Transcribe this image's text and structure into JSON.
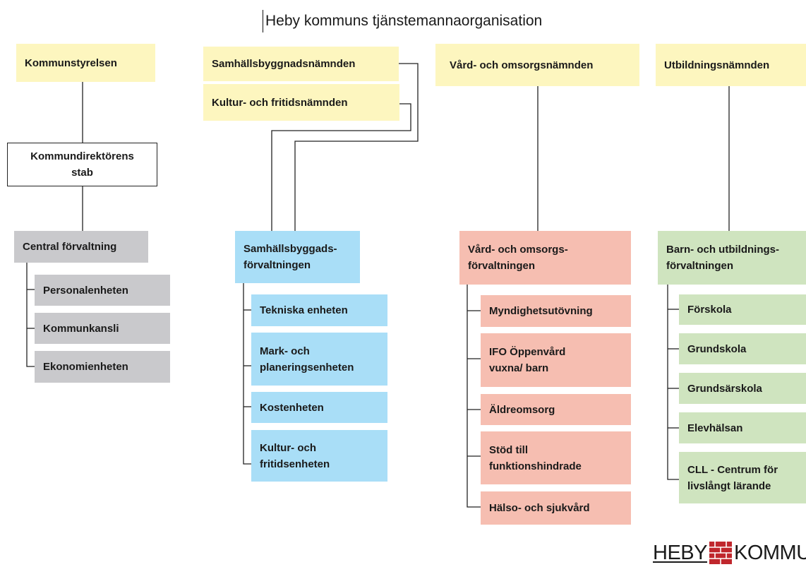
{
  "title": "Heby kommuns tjänstemannaorganisation",
  "boards": {
    "kommunstyrelsen": "Kommunstyrelsen",
    "samhallsbyggnadsnamnden": "Samhällsbyggnadsnämnden",
    "kulturnamnden": "Kultur- och fritidsnämnden",
    "vardnamnden": "Vård- och omsorgsnämnden",
    "utbildningsnamnden": "Utbildningsnämnden"
  },
  "staff": {
    "line1": "Kommundirektörens",
    "line2": "stab"
  },
  "central": {
    "title": "Central förvaltning",
    "units": [
      "Personalenheten",
      "Kommunkansli",
      "Ekonomienheten"
    ]
  },
  "samhallsbyggnad": {
    "title_line1": "Samhällsbyggads-",
    "title_line2": "förvaltningen",
    "units": [
      {
        "line1": "Tekniska enheten",
        "line2": ""
      },
      {
        "line1": "Mark- och",
        "line2": "planeringsenheten"
      },
      {
        "line1": "Kostenheten",
        "line2": ""
      },
      {
        "line1": "Kultur- och",
        "line2": "fritidsenheten"
      }
    ]
  },
  "vard": {
    "title_line1": "Vård- och omsorgs-",
    "title_line2": "förvaltningen",
    "units": [
      {
        "line1": "Myndighetsutövning",
        "line2": ""
      },
      {
        "line1": "IFO Öppenvård",
        "line2": "vuxna/ barn"
      },
      {
        "line1": "Äldreomsorg",
        "line2": ""
      },
      {
        "line1": "Stöd till",
        "line2": "funktionshindrade"
      },
      {
        "line1": "Hälso- och sjukvård",
        "line2": ""
      }
    ]
  },
  "utbildning": {
    "title_line1": "Barn- och utbildnings-",
    "title_line2": "förvaltningen",
    "units": [
      {
        "line1": "Förskola",
        "line2": ""
      },
      {
        "line1": "Grundskola",
        "line2": ""
      },
      {
        "line1": "Grundsärskola",
        "line2": ""
      },
      {
        "line1": "Elevhälsan",
        "line2": ""
      },
      {
        "line1": "CLL - Centrum för",
        "line2": "livslångt lärande"
      }
    ]
  },
  "logo": {
    "word1": "HEBY",
    "word2": "KOMMU",
    "color": "#c0272d"
  }
}
